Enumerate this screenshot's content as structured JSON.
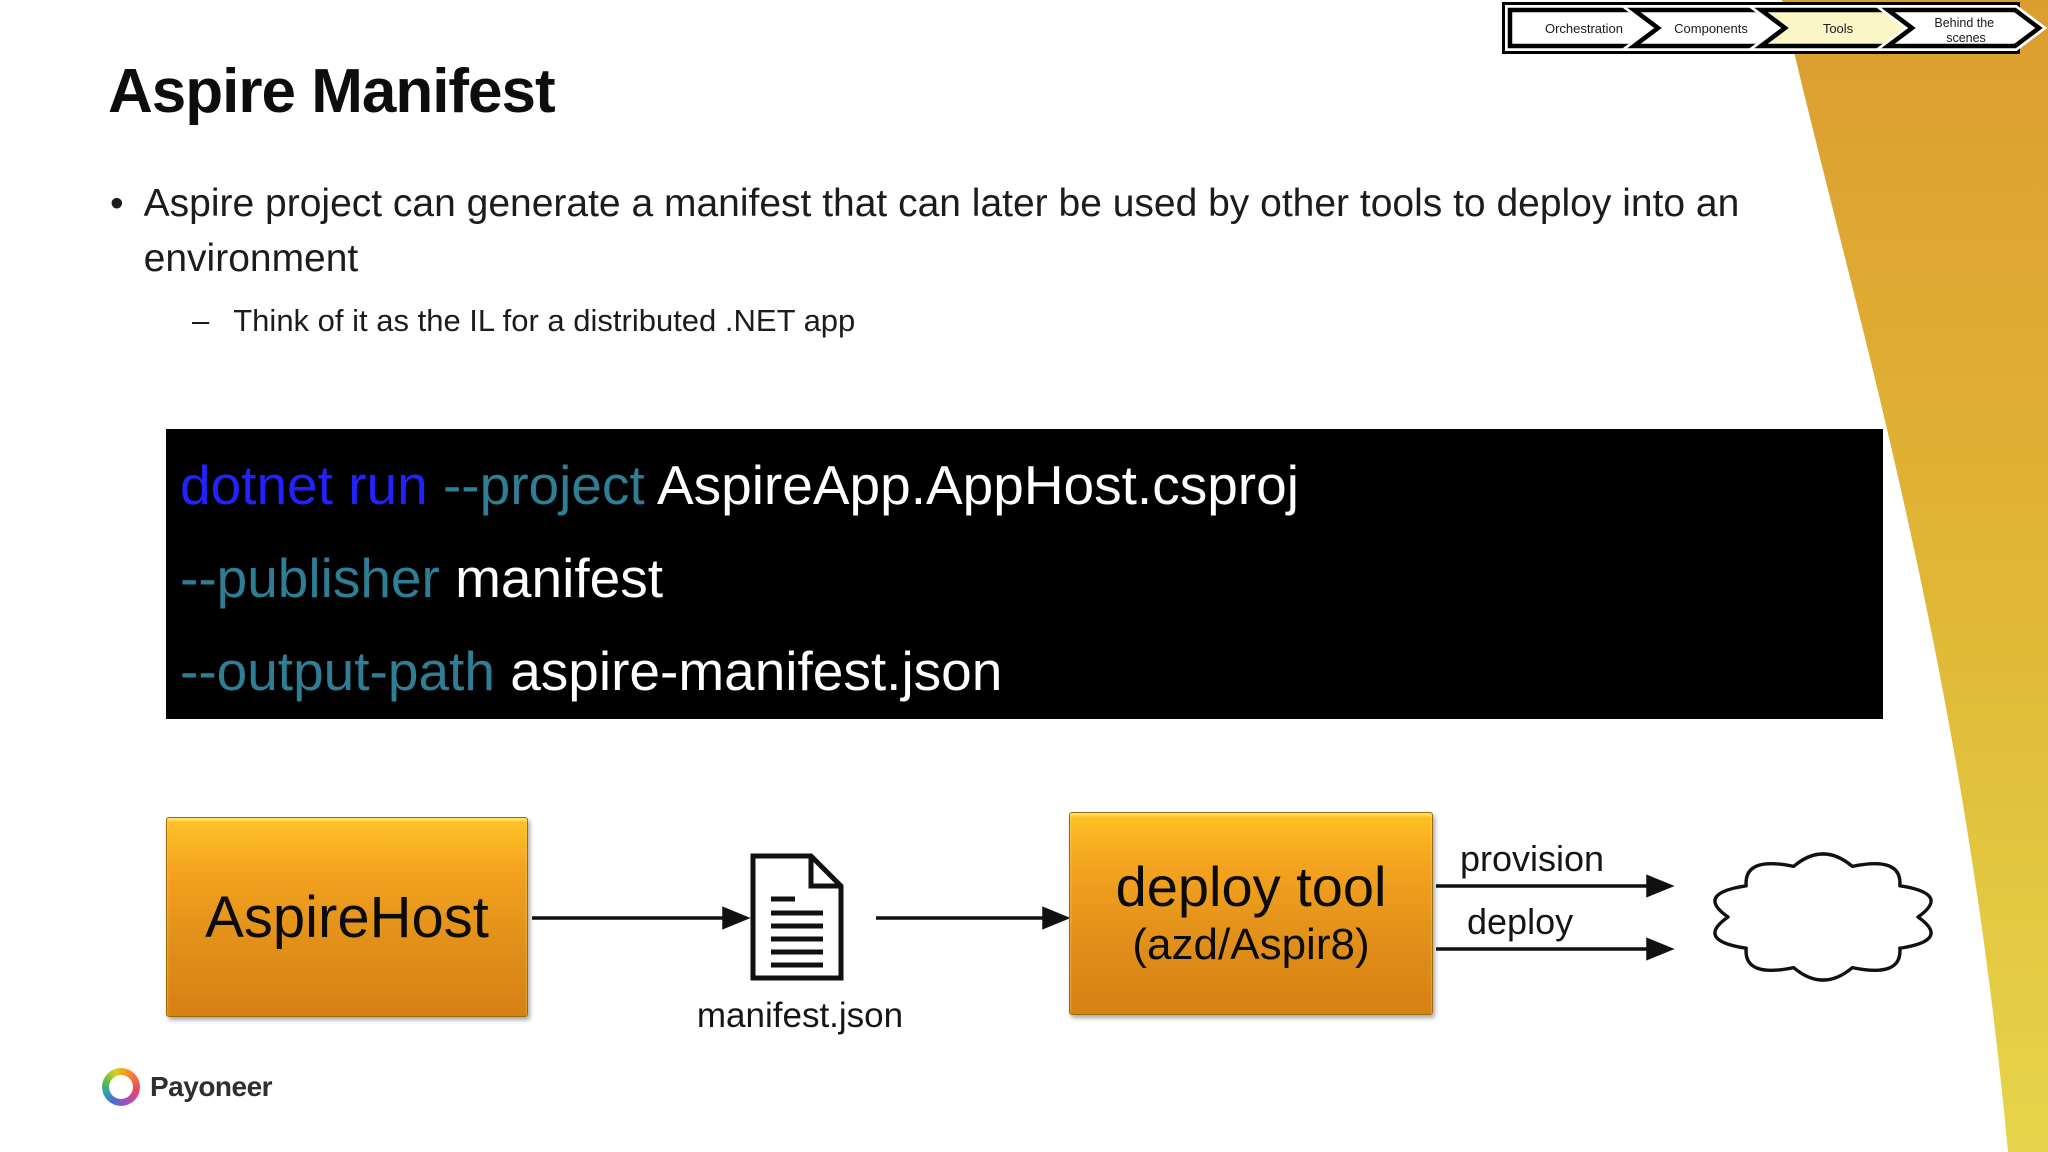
{
  "slide": {
    "title": "Aspire Manifest",
    "bullet_marker": "•",
    "bullet": "Aspire project can generate a manifest that can later be used by other tools to deploy into an environment",
    "sub_bullet_marker": "–",
    "sub_bullet": "Think of it as the IL for a distributed .NET app"
  },
  "breadcrumb": {
    "items": [
      {
        "label": "Orchestration",
        "active": false
      },
      {
        "label": "Components",
        "active": false
      },
      {
        "label": "Tools",
        "active": true
      },
      {
        "label": "Behind the scenes",
        "lines": [
          "Behind the",
          "scenes"
        ],
        "active": false
      }
    ],
    "active_fill": "#FAF6C6",
    "inactive_fill": "#FFFFFF"
  },
  "code_block": {
    "background": "#000000",
    "lines": [
      {
        "segments": [
          {
            "text": "dotnet run ",
            "color": "#2222FC"
          },
          {
            "text": "--project ",
            "color": "#2E7E95"
          },
          {
            "text": "AspireApp.AppHost.csproj",
            "color": "#FFFFFF"
          }
        ]
      },
      {
        "segments": [
          {
            "text": "--publisher ",
            "color": "#2E7E95"
          },
          {
            "text": "manifest",
            "color": "#FFFFFF"
          }
        ]
      },
      {
        "segments": [
          {
            "text": "--output-path ",
            "color": "#2E7E95"
          },
          {
            "text": "aspire-manifest.json",
            "color": "#FFFFFF"
          }
        ]
      }
    ]
  },
  "diagram": {
    "aspire_host_label": "AspireHost",
    "manifest_file_label": "manifest.json",
    "deploy_tool_label": "deploy tool",
    "deploy_tool_sublabel": "(azd/Aspir8)",
    "provision_label": "provision",
    "deploy_label": "deploy",
    "box_gradient_top": "#FEC326",
    "box_gradient_bottom": "#D58114"
  },
  "decoration": {
    "swoosh_top_color": "#DC9D30",
    "swoosh_mid_color": "#E0B634",
    "swoosh_bottom_color": "#E6D54A"
  },
  "footer": {
    "brand": "Payoneer"
  }
}
